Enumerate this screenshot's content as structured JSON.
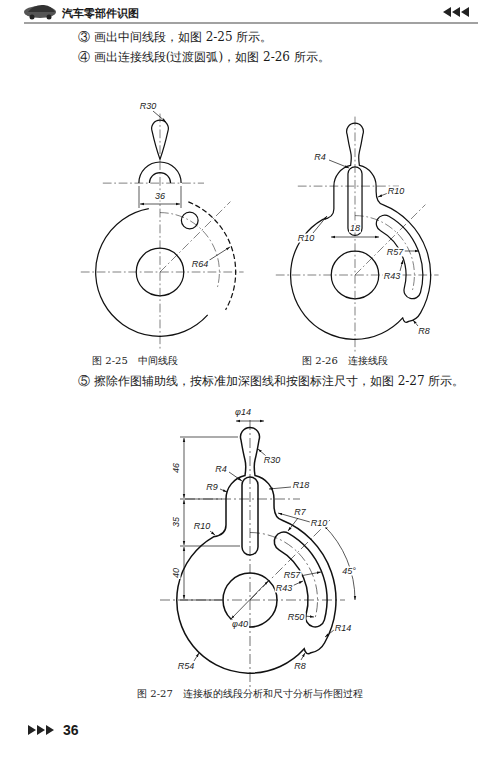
{
  "diagram": {
    "labels": [
      "汽车零部件识图",
      "③ 画出中间线段，如图 2-25 所示。",
      "④ 画出连接线段(过渡圆弧)，如图 2-26 所示。",
      "R30",
      "36",
      "R64",
      "R4",
      "R10",
      "18",
      "R10",
      "R57",
      "R43",
      "R8",
      "图 2-25　中间线段",
      "图 2-26　连接线段",
      "⑤ 擦除作图辅助线，按标准加深图线和按图标注尺寸，如图 2-27 所示。",
      "φ14",
      "R30",
      "46",
      "R4",
      "R9",
      "R18",
      "35",
      "R10",
      "R7",
      "R10",
      "40",
      "45°",
      "R57",
      "R43",
      "φ40",
      "R50",
      "R14",
      "R8",
      "R54",
      "图 2-27　连接板的线段分析和尺寸分析与作图过程",
      "36"
    ]
  }
}
